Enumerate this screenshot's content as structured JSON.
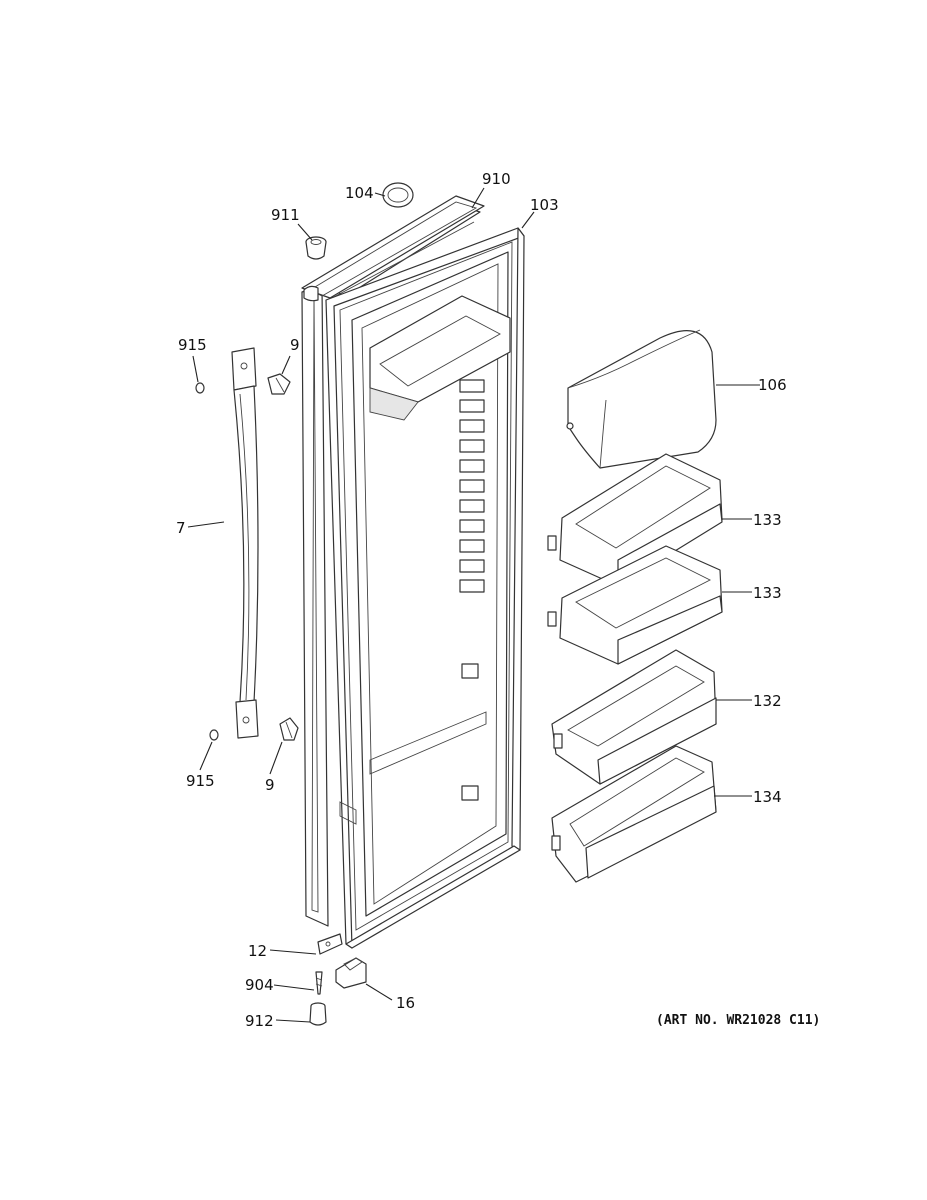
{
  "callouts": {
    "c104": "104",
    "c910": "910",
    "c103": "103",
    "c911": "911",
    "c915a": "915",
    "c9a": "9",
    "c106": "106",
    "c7": "7",
    "c133a": "133",
    "c133b": "133",
    "c132": "132",
    "c915b": "915",
    "c9b": "9",
    "c134": "134",
    "c12": "12",
    "c904": "904",
    "c16": "16",
    "c912": "912"
  },
  "art_number": "(ART NO. WR21028 C11)"
}
